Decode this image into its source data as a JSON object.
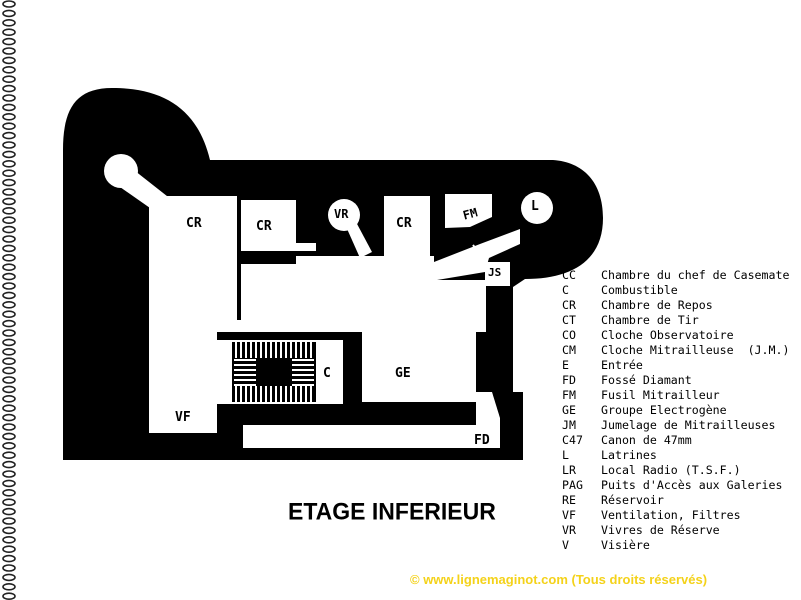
{
  "plan": {
    "title": "ETAGE INFERIEUR",
    "rooms": [
      {
        "id": "cr1",
        "label": "CR"
      },
      {
        "id": "cr2",
        "label": "CR"
      },
      {
        "id": "vr",
        "label": "VR"
      },
      {
        "id": "cr3",
        "label": "CR"
      },
      {
        "id": "fm",
        "label": "FM"
      },
      {
        "id": "l",
        "label": "L"
      },
      {
        "id": "js",
        "label": "JS"
      },
      {
        "id": "c",
        "label": "C"
      },
      {
        "id": "ge",
        "label": "GE"
      },
      {
        "id": "vf",
        "label": "VF"
      },
      {
        "id": "fd",
        "label": "FD"
      }
    ]
  },
  "legend": [
    {
      "code": "CC",
      "text": "Chambre du chef de Casemate"
    },
    {
      "code": "C",
      "text": "Combustible"
    },
    {
      "code": "CR",
      "text": "Chambre de Repos"
    },
    {
      "code": "CT",
      "text": "Chambre de Tir"
    },
    {
      "code": "CO",
      "text": "Cloche Observatoire"
    },
    {
      "code": "CM",
      "text": "Cloche Mitrailleuse  (J.M.)"
    },
    {
      "code": "E",
      "text": "Entrée"
    },
    {
      "code": "FD",
      "text": "Fossé Diamant"
    },
    {
      "code": "FM",
      "text": "Fusil Mitrailleur"
    },
    {
      "code": "GE",
      "text": "Groupe Electrogène"
    },
    {
      "code": "JM",
      "text": "Jumelage de Mitrailleuses"
    },
    {
      "code": "C47",
      "text": "Canon de 47mm"
    },
    {
      "code": "L",
      "text": "Latrines"
    },
    {
      "code": "LR",
      "text": "Local Radio (T.S.F.)"
    },
    {
      "code": "PAG",
      "text": "Puits d'Accès aux Galeries"
    },
    {
      "code": "RE",
      "text": "Réservoir"
    },
    {
      "code": "VF",
      "text": "Ventilation, Filtres"
    },
    {
      "code": "VR",
      "text": "Vivres de Réserve"
    },
    {
      "code": "V",
      "text": "Visière"
    }
  ],
  "copyright": "© www.lignemaginot.com (Tous droits réservés)",
  "colors": {
    "wall": "#000000",
    "background": "#ffffff",
    "copyright": "#f4d21a"
  }
}
